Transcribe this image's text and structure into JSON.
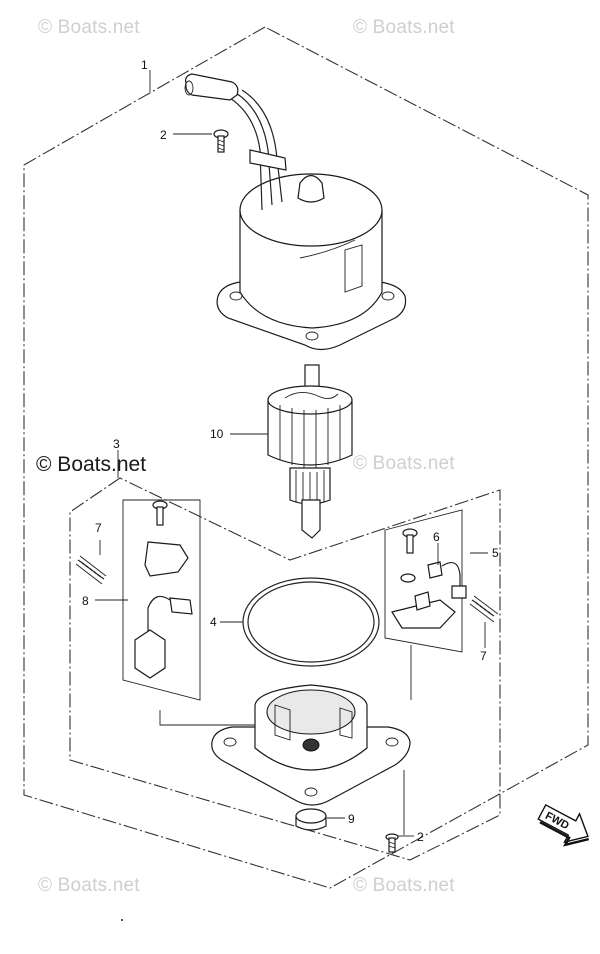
{
  "watermarks": {
    "top_left": "© Boats.net",
    "top_right": "© Boats.net",
    "mid_left": "© Boats.net",
    "mid_right": "© Boats.net",
    "bottom_left": "© Boats.net",
    "bottom_right": "© Boats.net"
  },
  "forward_marker": {
    "label": "FWD"
  },
  "callouts": {
    "c1": "1",
    "c2_top": "2",
    "c3": "3",
    "c4": "4",
    "c5": "5",
    "c6": "6",
    "c7_left": "7",
    "c7_right": "7",
    "c8": "8",
    "c9": "9",
    "c10": "10",
    "c2_bottom": "2"
  }
}
